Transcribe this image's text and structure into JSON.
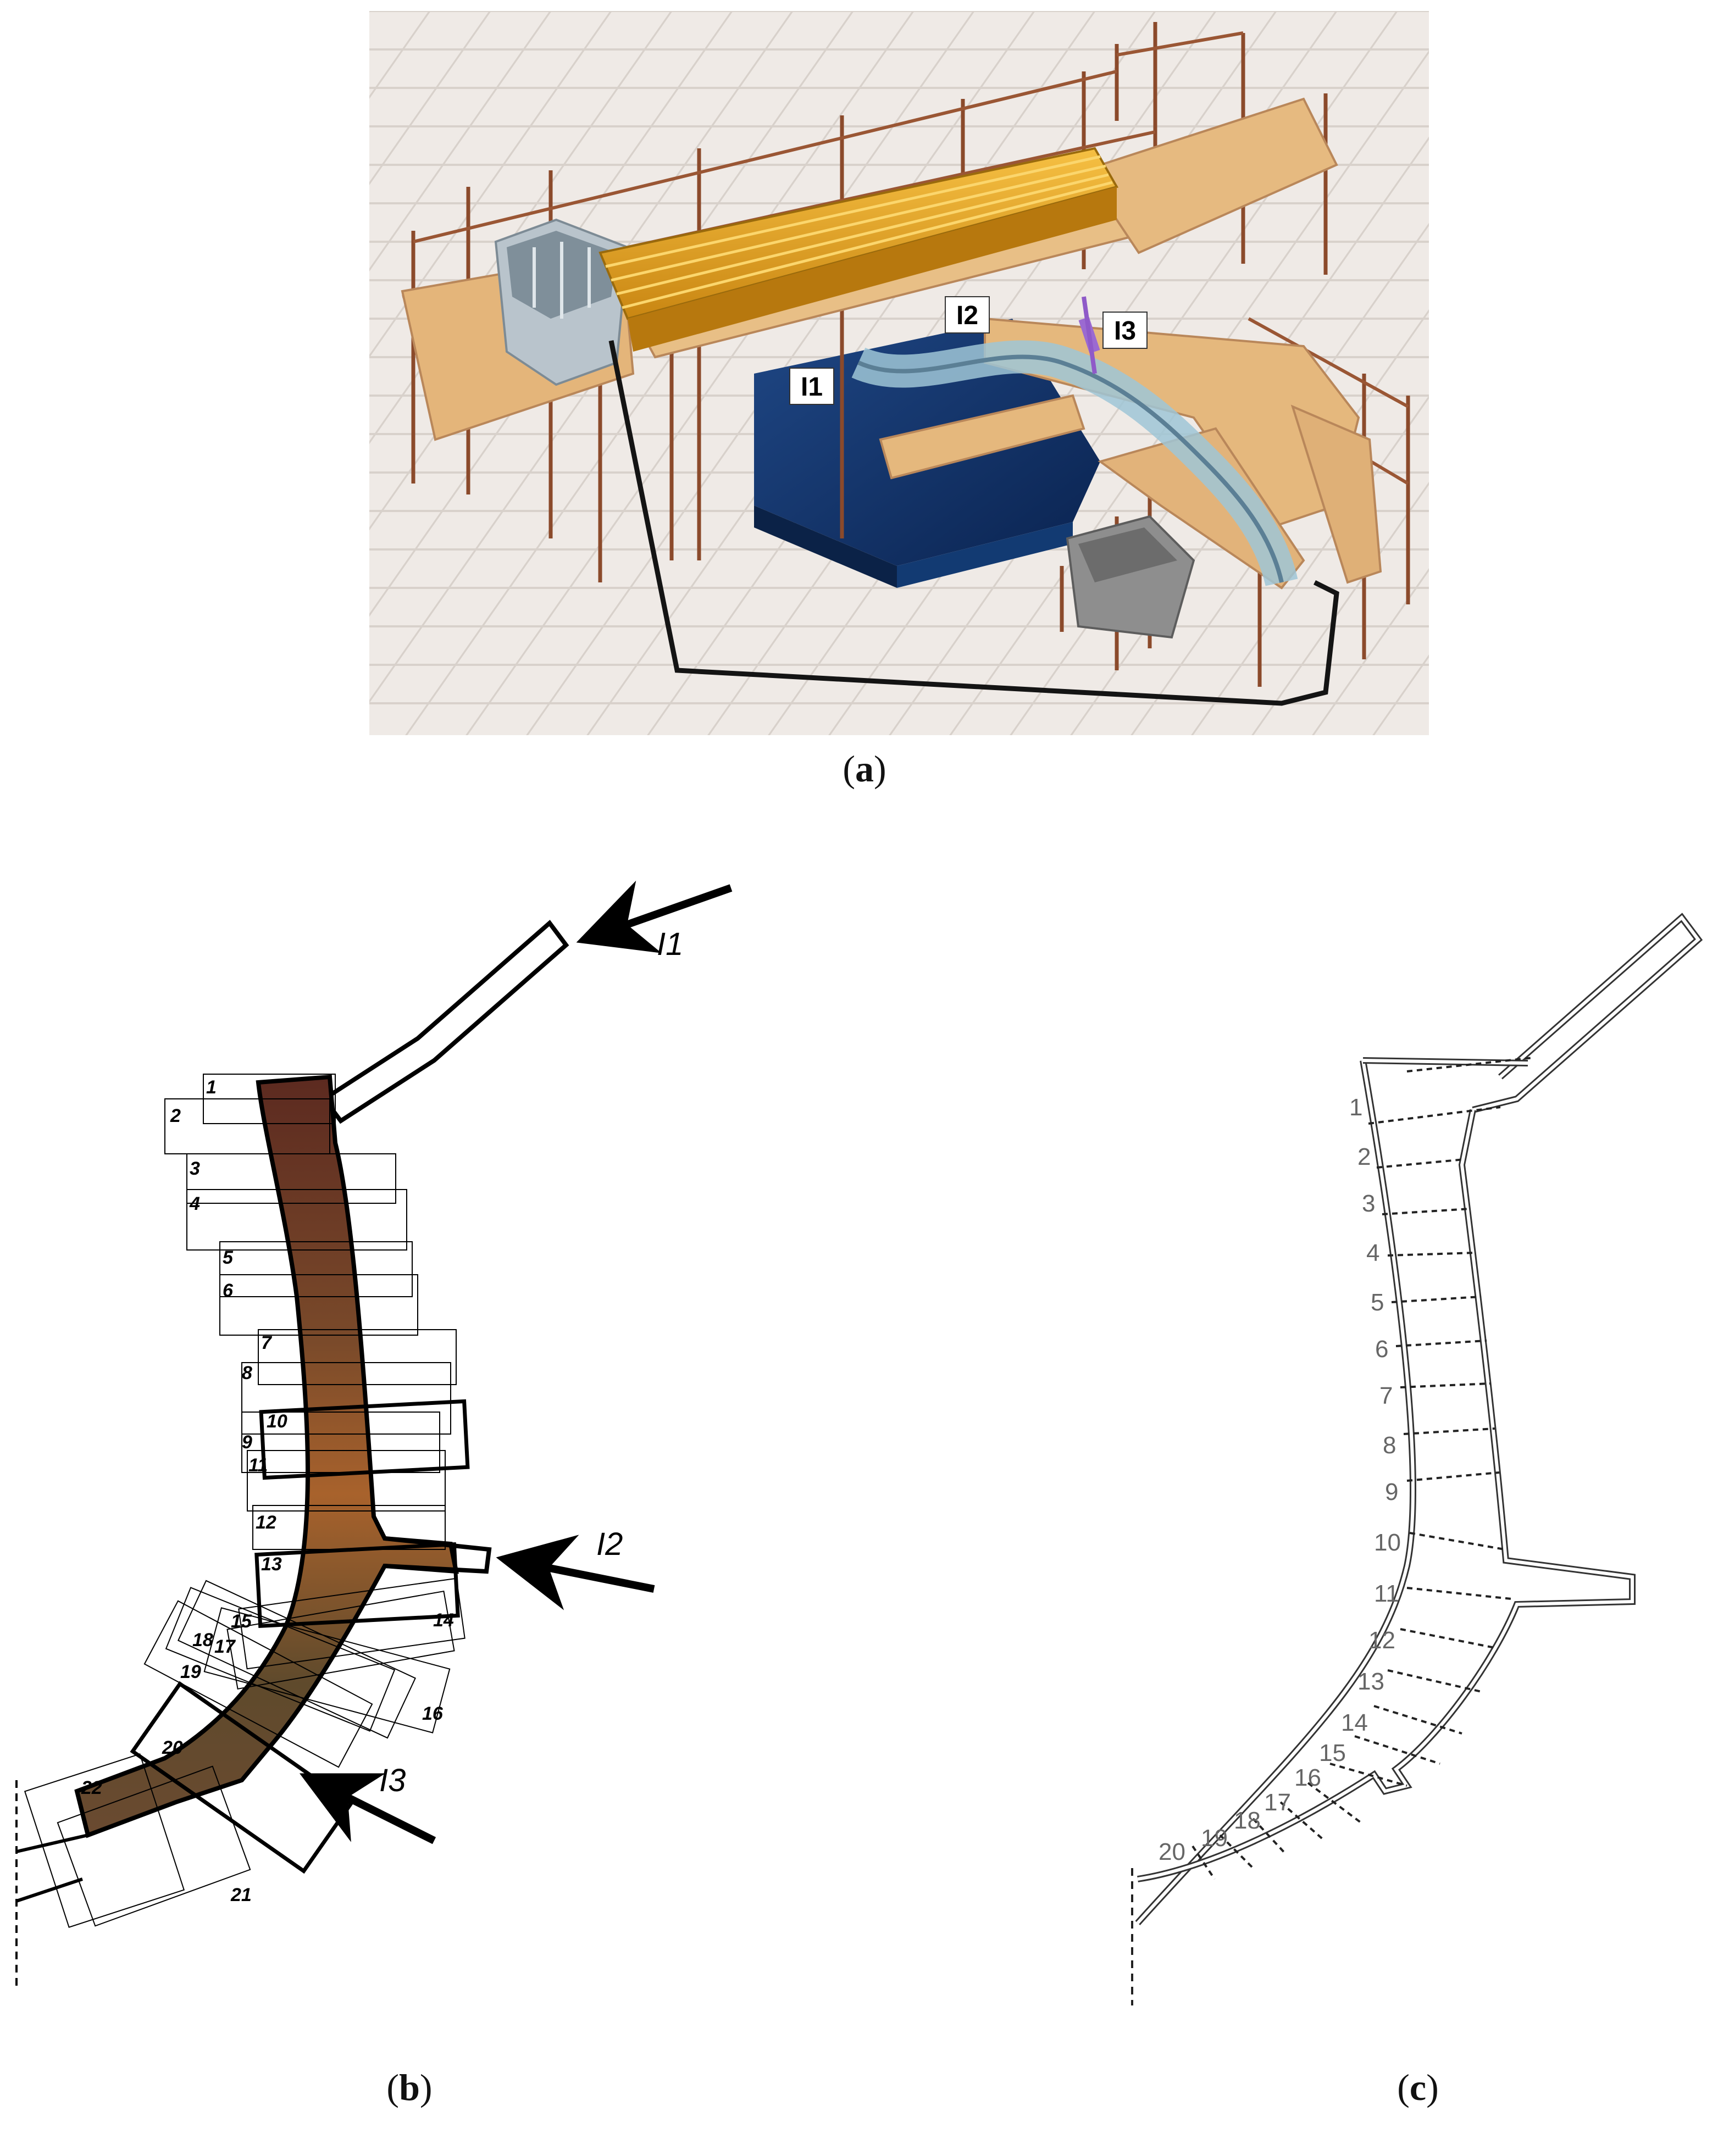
{
  "panel_a": {
    "caption_letter": "a",
    "labels": {
      "inlet1": "I1",
      "inlet2": "I2",
      "inlet3": "I3"
    }
  },
  "panel_b": {
    "caption_letter": "b",
    "inlet_labels": {
      "i1": "I1",
      "i2": "I2",
      "i3": "I3"
    },
    "window_numbers": [
      "1",
      "2",
      "3",
      "4",
      "5",
      "6",
      "7",
      "8",
      "9",
      "10",
      "11",
      "12",
      "13",
      "14",
      "15",
      "16",
      "17",
      "18",
      "19",
      "20",
      "21",
      "22"
    ]
  },
  "panel_c": {
    "caption_letter": "c",
    "section_numbers": [
      "1",
      "2",
      "3",
      "4",
      "5",
      "6",
      "7",
      "8",
      "9",
      "10",
      "11",
      "12",
      "13",
      "14",
      "15",
      "16",
      "17",
      "18",
      "19",
      "20"
    ]
  },
  "colors": {
    "flume_yellow": "#e8a820",
    "platform_wood": "#e4b57a",
    "scaffold": "#8b4a2b",
    "tank_blue": "#0f2f63",
    "channel_piv": "#6b3a24"
  }
}
